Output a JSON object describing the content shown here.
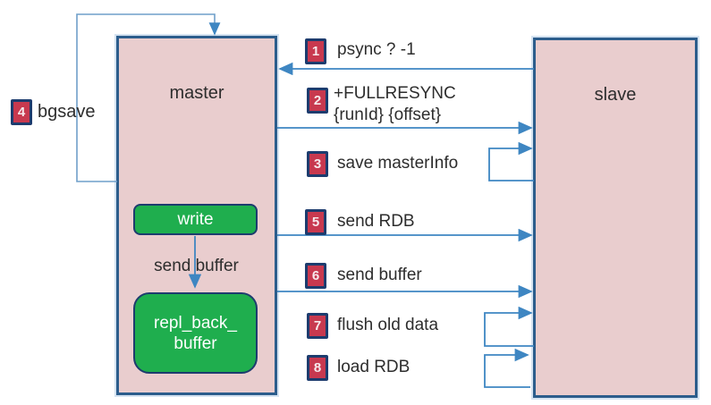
{
  "colors": {
    "box_fill": "#e9cdce",
    "box_border": "#2c5d8c",
    "green_fill": "#1fae4e",
    "dark_navy": "#1d3c6e",
    "badge_fill": "#c8394f",
    "arrow_blue": "#3e86c2",
    "loop_blue": "#6f9fca",
    "text": "#2d2d2d"
  },
  "nodes": {
    "master": {
      "label": "master"
    },
    "slave": {
      "label": "slave"
    },
    "write": {
      "label": "write"
    },
    "repl_back_buffer": {
      "line1": "repl_back_",
      "line2": "buffer"
    },
    "send_buffer_arrow_label": "send buffer"
  },
  "steps": [
    {
      "num": "1",
      "label": "psync ? -1"
    },
    {
      "num": "2",
      "label": "+FULLRESYNC",
      "label2": "{runId} {offset}"
    },
    {
      "num": "3",
      "label": "save masterInfo"
    },
    {
      "num": "4",
      "label": "bgsave"
    },
    {
      "num": "5",
      "label": "send RDB"
    },
    {
      "num": "6",
      "label": "send buffer"
    },
    {
      "num": "7",
      "label": "flush old data"
    },
    {
      "num": "8",
      "label": "load RDB"
    }
  ]
}
